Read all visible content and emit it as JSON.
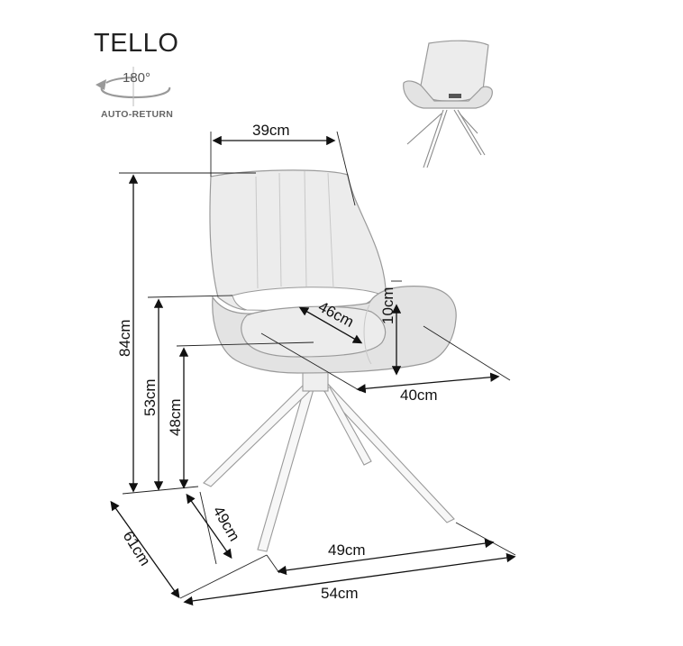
{
  "product": {
    "name": "TELLO",
    "rotation_label": "180°",
    "rotation_caption": "AUTO-RETURN"
  },
  "dimensions": {
    "back_width": "39cm",
    "total_height": "84cm",
    "armrest_height": "53cm",
    "seat_height": "48cm",
    "seat_depth": "46cm",
    "armrest_thickness": "10cm",
    "seat_width": "40cm",
    "base_depth": "49cm",
    "base_width": "49cm",
    "total_depth": "61cm",
    "total_width": "54cm"
  },
  "icons": {
    "rotation": "rotation-arrow-icon"
  }
}
